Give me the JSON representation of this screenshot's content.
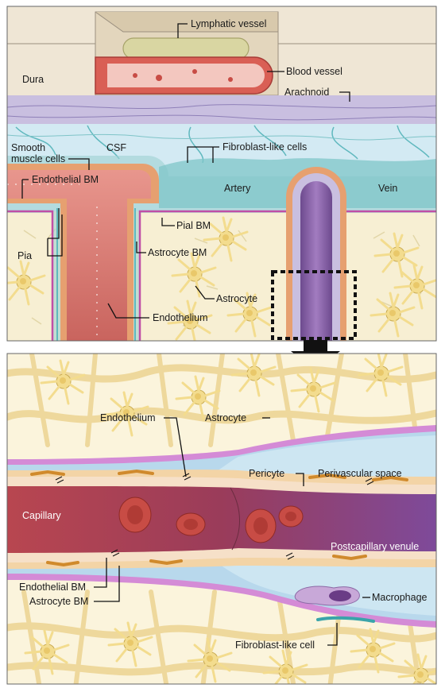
{
  "labels": {
    "lymphatic_vessel": "Lymphatic vessel",
    "blood_vessel": "Blood vessel",
    "dura": "Dura",
    "arachnoid": "Arachnoid",
    "smooth_muscle_line1": "Smooth",
    "smooth_muscle_line2": "muscle cells",
    "csf": "CSF",
    "fibroblast_like_cells": "Fibroblast-like cells",
    "artery": "Artery",
    "vein": "Vein",
    "endothelial_bm_top": "Endothelial BM",
    "pia": "Pia",
    "pial_bm": "Pial BM",
    "astrocyte_bm_top": "Astrocyte BM",
    "astrocyte_top": "Astrocyte",
    "endothelium_top": "Endothelium",
    "endothelium_bottom": "Endothelium",
    "astrocyte_bottom": "Astrocyte",
    "pericyte": "Pericyte",
    "perivascular_space": "Perivascular space",
    "capillary": "Capillary",
    "postcapillary_venule": "Postcapillary venule",
    "endothelial_bm_bottom": "Endothelial BM",
    "astrocyte_bm_bottom": "Astrocyte BM",
    "macrophage": "Macrophage",
    "fibroblast_like_cell": "Fibroblast-like cell"
  },
  "colors": {
    "brain_tissue": "#f7efd3",
    "astrocyte": "#f3dc8e",
    "csf": "#cfe7f2",
    "fibroblast": "#5fb8be",
    "artery_wall": "#d77a72",
    "vein_lumen": "#8a63a8",
    "capillary_lumen": "#a3414a",
    "pial_membrane": "#c04fa6",
    "red_blood_cell": "#c84c45",
    "dura": "#ece3d2"
  }
}
